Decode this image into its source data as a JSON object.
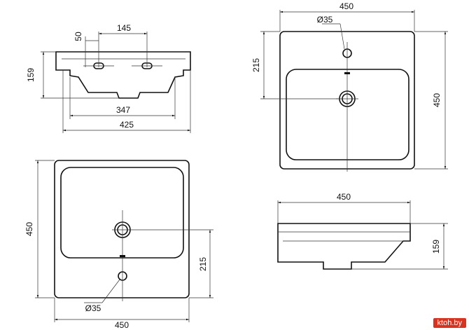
{
  "top_left_view": {
    "dim_50": "50",
    "dim_145": "145",
    "dim_159": "159",
    "dim_347": "347",
    "dim_425": "425"
  },
  "top_right_view": {
    "dim_450_top": "450",
    "dim_d35": "Ø35",
    "dim_215": "215",
    "dim_450_right": "450"
  },
  "bottom_left_view": {
    "dim_450_left": "450",
    "dim_215": "215",
    "dim_d35": "Ø35",
    "dim_450_bottom": "450"
  },
  "bottom_right_view": {
    "dim_450_top": "450",
    "dim_159": "159"
  },
  "watermark": "ktoh.by"
}
